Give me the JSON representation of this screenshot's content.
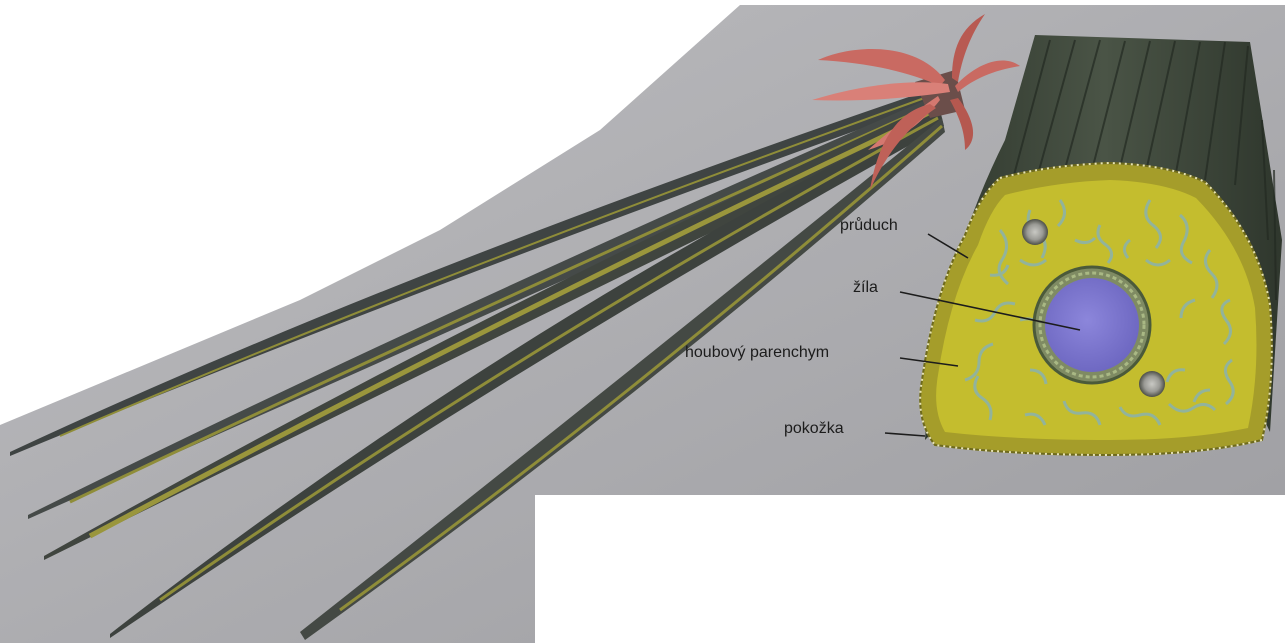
{
  "labels": {
    "pruduch": "průduch",
    "zila": "žíla",
    "houbovy_parenchym": "houbový parenchym",
    "pokozka": "pokožka"
  },
  "colors": {
    "background_panel": "#a8a8ab",
    "needle_dark": "#3f4443",
    "needle_stripe": "#8f8d39",
    "scale_bud": "#c96a62",
    "block_dark": "#3a4338",
    "block_stripe": "#2a3229",
    "mesophyll_yellow": "#c4bd2e",
    "epidermis_band": "#a59d2a",
    "vein_blue": "#7f78d0",
    "stoma_gray": "#8a8a86",
    "label_text": "#1c1c1c"
  }
}
